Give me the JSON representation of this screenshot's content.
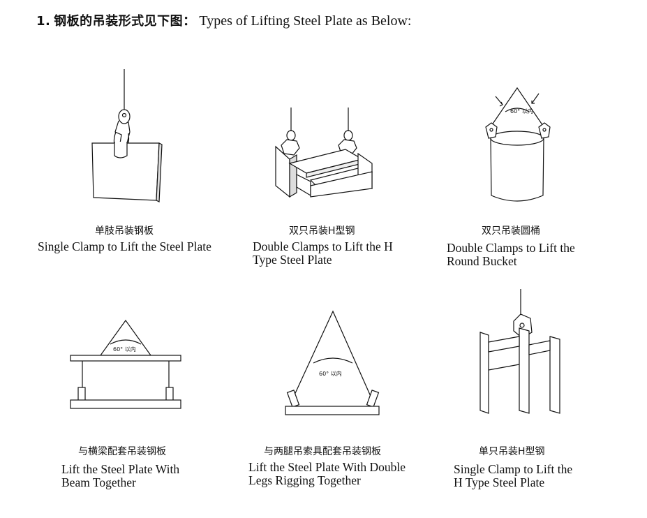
{
  "heading": {
    "number": "1.",
    "title_zh": "钢板的吊装形式见下图：",
    "title_en": "Types of Lifting Steel Plate as Below:"
  },
  "angle_label": "60°  以内",
  "items": [
    {
      "caption_zh": "单肢吊装钢板",
      "caption_en": [
        "Single Clamp to Lift the Steel Plate"
      ]
    },
    {
      "caption_zh": "双只吊装H型钢",
      "caption_en": [
        "Double Clamps to Lift the H",
        "Type Steel Plate"
      ]
    },
    {
      "caption_zh": "双只吊装圆桶",
      "caption_en": [
        "Double Clamps to Lift the",
        "Round Bucket"
      ]
    },
    {
      "caption_zh": "与横梁配套吊装钢板",
      "caption_en": [
        "Lift the Steel Plate With",
        "Beam Together"
      ]
    },
    {
      "caption_zh": "与两腿吊索具配套吊装钢板",
      "caption_en": [
        "Lift the Steel Plate With Double",
        "Legs Rigging Together"
      ]
    },
    {
      "caption_zh": "单只吊装H型钢",
      "caption_en": [
        "Single Clamp to Lift the",
        "H Type Steel Plate"
      ]
    }
  ]
}
